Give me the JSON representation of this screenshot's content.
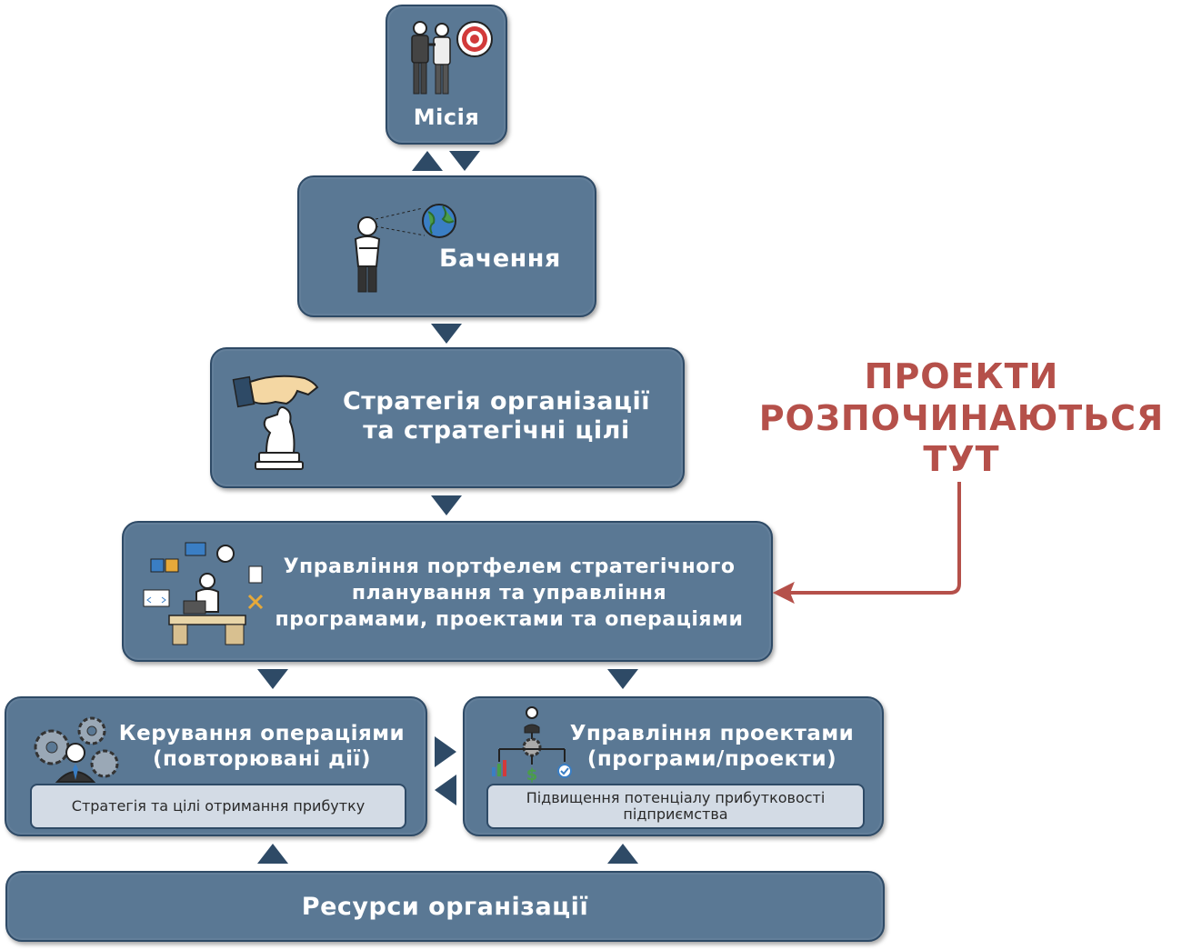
{
  "nodes": {
    "mission": {
      "title": "Місія",
      "icon": "businessmen-target-icon"
    },
    "vision": {
      "title": "Бачення",
      "icon": "person-globe-icon"
    },
    "strategy": {
      "title": "Стратегія організації\nта стратегічні цілі",
      "icon": "hand-chess-knight-icon"
    },
    "portfolio": {
      "title": "Управління портфелем стратегічного\nпланування та управління\nпрограмами, проектами та операціями",
      "icon": "person-at-desk-icon"
    },
    "operations": {
      "title": "Керування операціями\n(повторювані дії)",
      "sub": "Стратегія та цілі отримання прибутку",
      "icon": "gears-businessman-icon"
    },
    "projects": {
      "title": "Управління проектами\n(програми/проекти)",
      "sub": "Підвищення потенціалу прибутковості\nпідприємства",
      "icon": "org-chart-gear-icon"
    },
    "resources": {
      "title": "Ресурси організації"
    }
  },
  "callout": {
    "text": "ПРОЕКТИ\nРОЗПОЧИНАЮТЬСЯ\nТУТ",
    "color": "#b5504a"
  },
  "colors": {
    "box": "#5a7894",
    "border": "#2e4a66",
    "sub_box": "#d3dbe5",
    "arrow": "#2e4a66"
  }
}
